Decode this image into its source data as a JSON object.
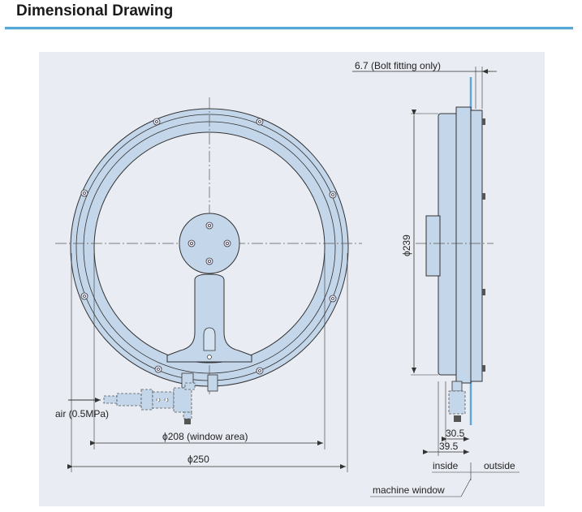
{
  "header": {
    "title": "Dimensional Drawing"
  },
  "drawing": {
    "bolt_fitting_label": "6.7 (Bolt fitting only)",
    "dia_239_label": "ϕ239",
    "air_label": "air (0.5MPa)",
    "window_area_label": "ϕ208 (window area)",
    "dia_250_label": "ϕ250",
    "dim_30_5": "30.5",
    "dim_39_5": "39.5",
    "inside_label": "inside",
    "outside_label": "outside",
    "machine_window_label": "machine window"
  },
  "colors": {
    "accent_rule": "#56a9d6",
    "panel_bg": "#e9ecf2",
    "part_fill": "#c3d6ea",
    "part_fill_light": "#d3e2f1",
    "outline": "#333333"
  }
}
